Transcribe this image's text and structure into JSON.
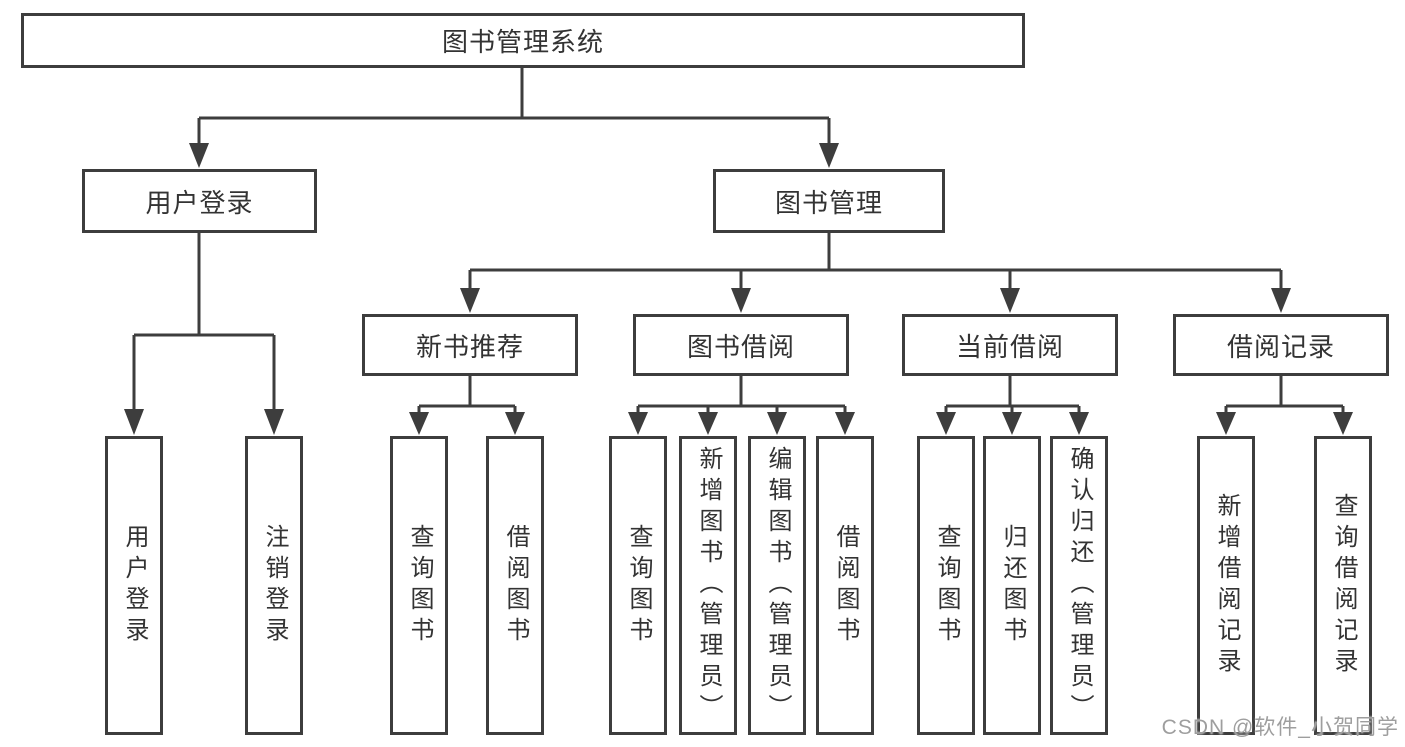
{
  "diagram": {
    "root": {
      "label": "图书管理系统"
    },
    "level1": {
      "user_login": {
        "label": "用户登录",
        "children": [
          {
            "label": "用户登录"
          },
          {
            "label": "注销登录"
          }
        ]
      },
      "book_management": {
        "label": "图书管理"
      }
    },
    "level2": [
      {
        "label": "新书推荐",
        "children": [
          {
            "label": "查询图书"
          },
          {
            "label": "借阅图书"
          }
        ]
      },
      {
        "label": "图书借阅",
        "children": [
          {
            "label": "查询图书"
          },
          {
            "label": "新增图书（管理员）"
          },
          {
            "label": "编辑图书（管理员）"
          },
          {
            "label": "借阅图书"
          }
        ]
      },
      {
        "label": "当前借阅",
        "children": [
          {
            "label": "查询图书"
          },
          {
            "label": "归还图书"
          },
          {
            "label": "确认归还（管理员）"
          }
        ]
      },
      {
        "label": "借阅记录",
        "children": [
          {
            "label": "新增借阅记录"
          },
          {
            "label": "查询借阅记录"
          }
        ]
      }
    ]
  },
  "watermark": {
    "text": "CSDN @软件_小贺同学"
  },
  "colors": {
    "line": "#3d3d3d",
    "box_border": "#3d3d3d",
    "text": "#333333",
    "watermark": "#9e9e9e",
    "background": "#ffffff"
  }
}
